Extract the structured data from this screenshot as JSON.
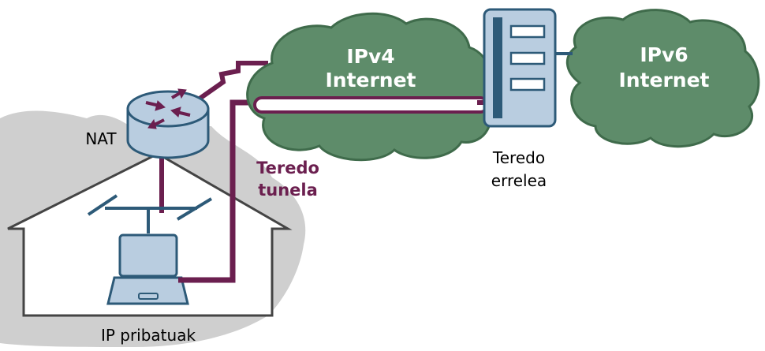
{
  "labels": {
    "ipv4_line1": "IPv4",
    "ipv4_line2": "Internet",
    "ipv6_line1": "IPv6",
    "ipv6_line2": "Internet",
    "nat": "NAT",
    "tunnel_line1": "Teredo",
    "tunnel_line2": "tunela",
    "relay_line1": "Teredo",
    "relay_line2": "errelea",
    "private_ip": "IP pribatuak"
  },
  "colors": {
    "cloud_fill": "#5e8c6a",
    "cloud_stroke": "#3f6b4b",
    "tunnel": "#6b1f4f",
    "device_fill": "#b9cde0",
    "device_stroke": "#2d5a78",
    "house_bg": "#cfcfcf",
    "house_stroke": "#444444"
  }
}
